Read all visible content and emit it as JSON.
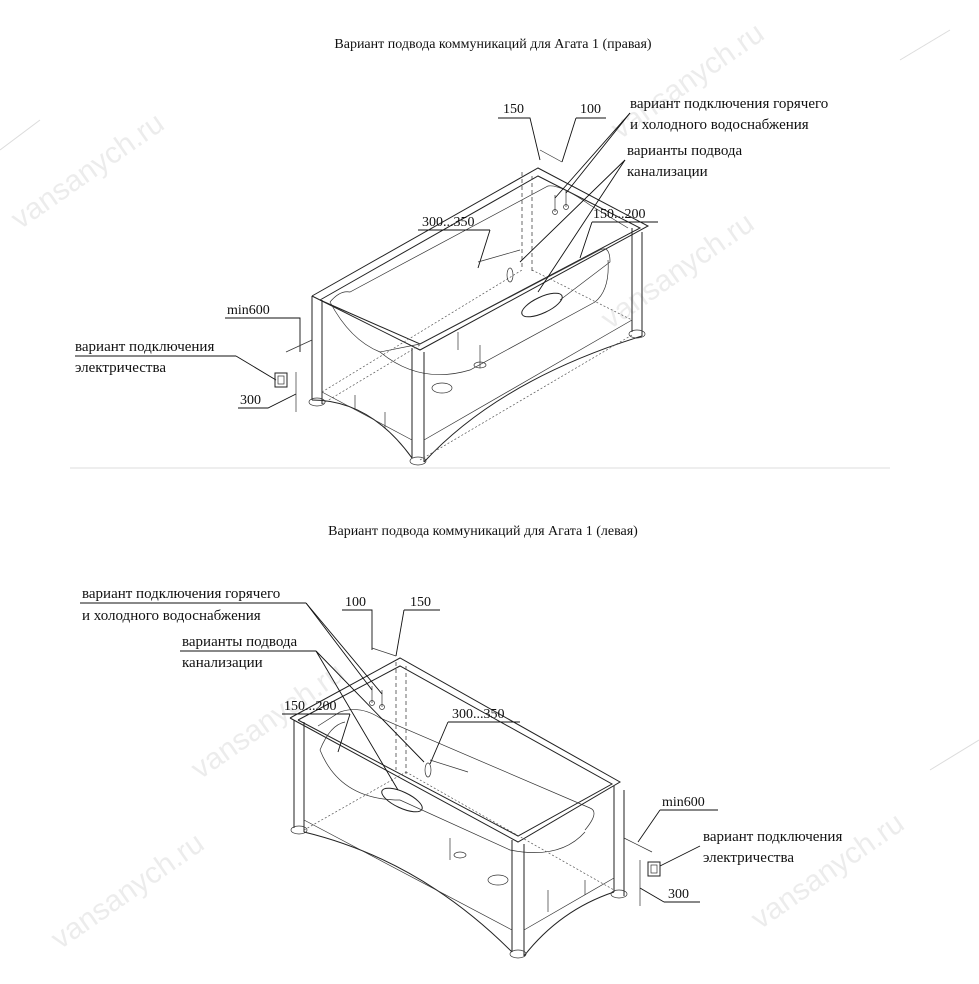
{
  "watermark": "vansanych.ru",
  "diagrams": [
    {
      "title": "Вариант подвода коммуникаций для Агата 1 (правая)",
      "water_label_1": "вариант подключения горячего",
      "water_label_2": "и холодного водоснабжения",
      "sewer_label_1": "варианты подвода",
      "sewer_label_2": "канализации",
      "elec_label_1": "вариант подключения",
      "elec_label_2": "электричества",
      "dim_150": "150",
      "dim_100": "100",
      "dim_300_350": "300...350",
      "dim_150_200": "150...200",
      "dim_min600": "min600",
      "dim_300": "300"
    },
    {
      "title": "Вариант подвода коммуникаций для Агата 1 (левая)",
      "water_label_1": "вариант подключения горячего",
      "water_label_2": "и холодного водоснабжения",
      "sewer_label_1": "варианты подвода",
      "sewer_label_2": "канализации",
      "elec_label_1": "вариант подключения",
      "elec_label_2": "электричества",
      "dim_150": "150",
      "dim_100": "100",
      "dim_300_350": "300...350",
      "dim_150_200": "150...200",
      "dim_min600": "min600",
      "dim_300": "300"
    }
  ]
}
